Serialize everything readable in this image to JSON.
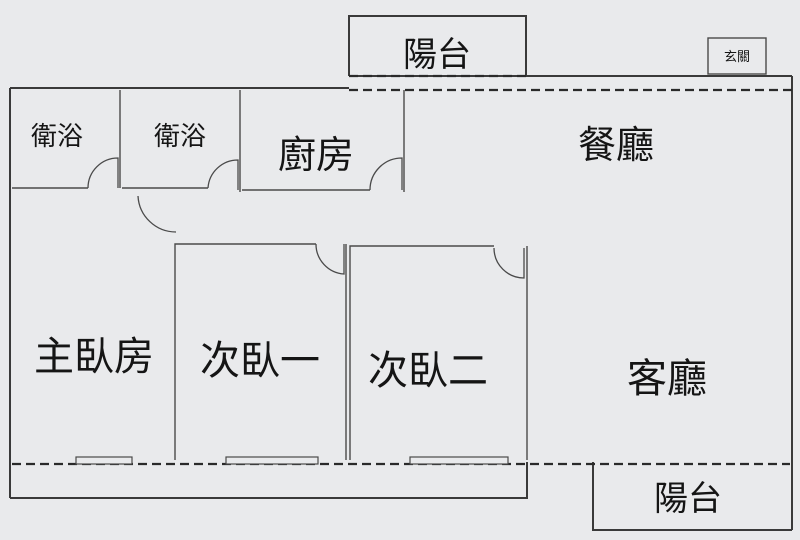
{
  "rooms": {
    "balcony_top": "陽台",
    "entrance": "玄關",
    "bath_1": "衛浴",
    "bath_2": "衛浴",
    "kitchen": "廚房",
    "dining": "餐廳",
    "master_bedroom": "主臥房",
    "bedroom_1": "次臥一",
    "bedroom_2": "次臥二",
    "living": "客廳",
    "balcony_bottom": "陽台"
  },
  "colors": {
    "background": "#e9eaec",
    "wall": "#3a3a3a",
    "text": "#151515"
  }
}
